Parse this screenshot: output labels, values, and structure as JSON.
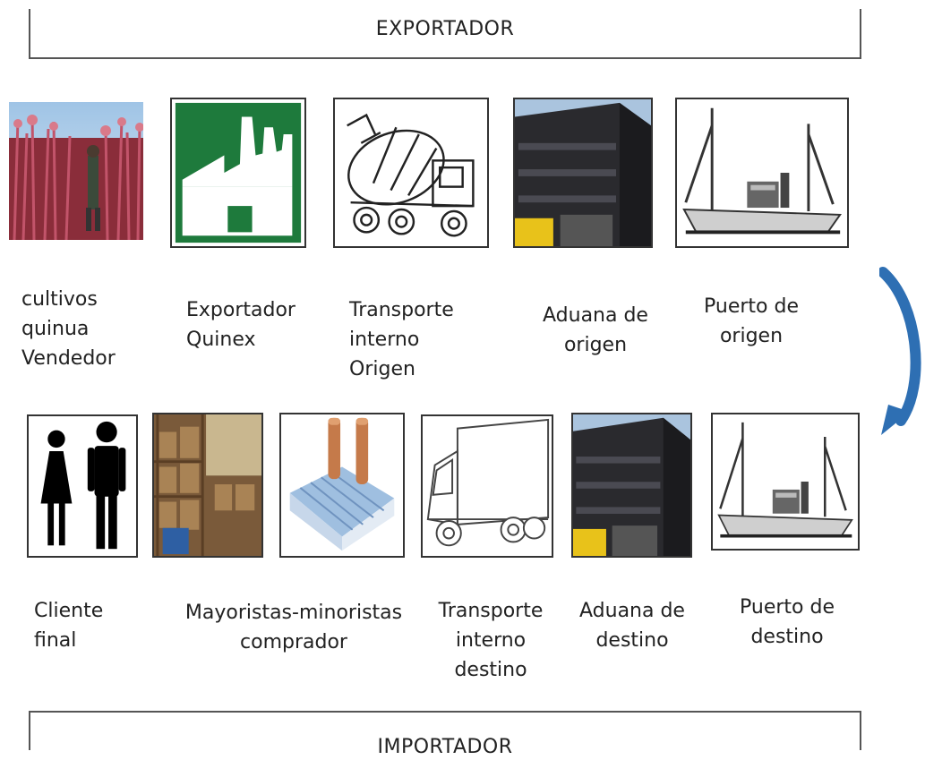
{
  "exporter_label": "EXPORTADOR",
  "importer_label": "IMPORTADOR",
  "top_row": [
    {
      "label": "cultivos\nquinua\nVendedor",
      "icon": "quinoa-field-photo"
    },
    {
      "label": "Exportador\nQuinex",
      "icon": "factory-icon"
    },
    {
      "label": "Transporte\ninterno\nOrigen",
      "icon": "mixer-truck-icon"
    },
    {
      "label": "Aduana de\norigen",
      "icon": "customs-building-photo"
    },
    {
      "label": "Puerto de\norigen",
      "icon": "ship-icon"
    }
  ],
  "bottom_row": [
    {
      "label": "Cliente\nfinal",
      "icon": "people-icon"
    },
    {
      "label": "Mayoristas-minoristas\ncomprador",
      "icon": "warehouse-photo"
    },
    {
      "label": "",
      "icon": "plant-icon"
    },
    {
      "label": "Transporte\ninterno\ndestino",
      "icon": "delivery-truck-icon"
    },
    {
      "label": "Aduana de\ndestino",
      "icon": "customs-building-photo"
    },
    {
      "label": "Puerto de\ndestino",
      "icon": "ship-icon"
    }
  ],
  "colors": {
    "factory_green": "#1e7a3c",
    "customs_yellow": "#e8c21a",
    "arrow_blue": "#2e6fb3",
    "building_dark": "#2a2a2e"
  }
}
